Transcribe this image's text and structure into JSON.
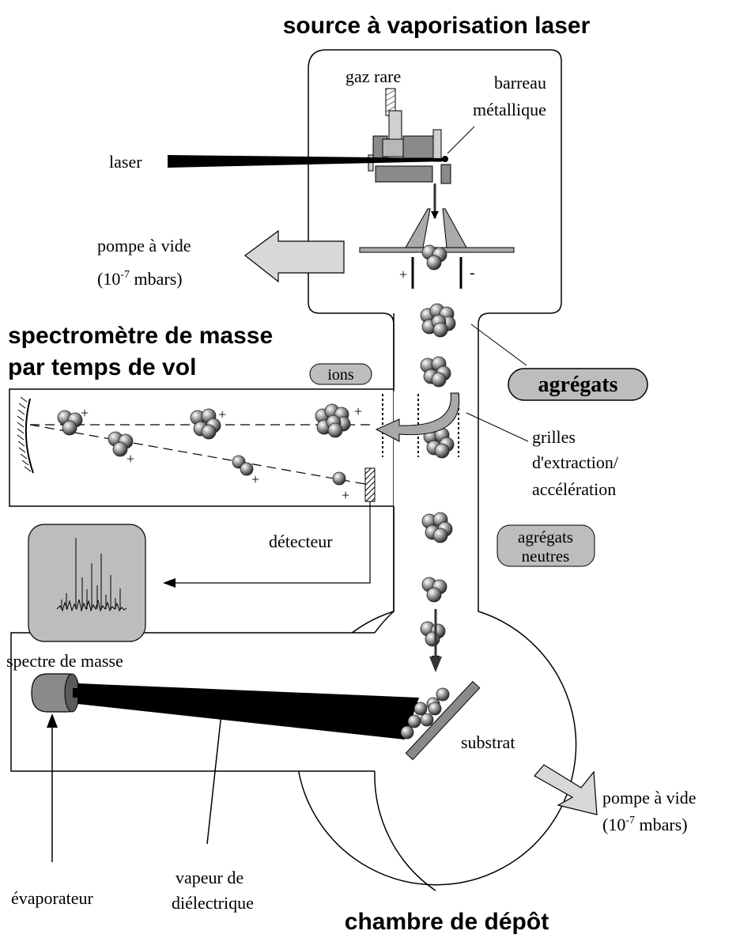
{
  "titles": {
    "source": "source à vaporisation laser",
    "spectrometer_line1": "spectromètre de masse",
    "spectrometer_line2": "par temps de vol",
    "chamber": "chambre de dépôt"
  },
  "labels": {
    "gas": "gaz rare",
    "rod_line1": "barreau",
    "rod_line2": "métallique",
    "laser": "laser",
    "pump_top_line1": "pompe à vide",
    "pump_top_pre": "(10",
    "pump_top_exp": "-7",
    "pump_top_post": " mbars)",
    "plus": "+",
    "minus": "-",
    "ions": "ions",
    "clusters": "agrégats",
    "grids_line1": "grilles",
    "grids_line2": "d'extraction/",
    "grids_line3": "accélération",
    "neutral_line1": "agrégats",
    "neutral_line2": "neutres",
    "detector": "détecteur",
    "spectrum": "spectre de masse",
    "substrate": "substrat",
    "pump_bottom_line1": "pompe à vide",
    "pump_bottom_pre": "(10",
    "pump_bottom_exp": "-7",
    "pump_bottom_post": " mbars)",
    "evaporator": "évaporateur",
    "vapor_line1": "vapeur de",
    "vapor_line2": "diélectrique"
  },
  "colors": {
    "part_gray": "#8a8a8a",
    "panel_gray": "#bdbdbd",
    "arrow_gray": "#a8a8a8",
    "light_gray": "#d8d8d8"
  }
}
